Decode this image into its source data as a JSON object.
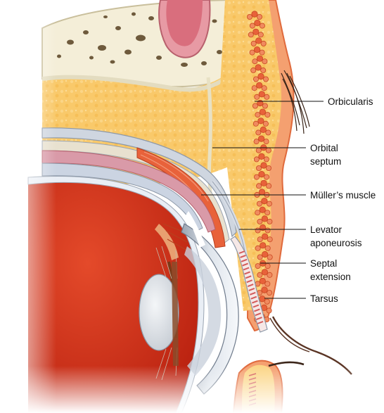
{
  "figure": {
    "labels": [
      {
        "id": "orbicularis",
        "lines": [
          "Orbicularis"
        ]
      },
      {
        "id": "orbital-septum",
        "lines": [
          "Orbital",
          "septum"
        ]
      },
      {
        "id": "muller-muscle",
        "lines": [
          "Müller’s muscle"
        ]
      },
      {
        "id": "levator-aponeurosis",
        "lines": [
          "Levator",
          "aponeurosis"
        ]
      },
      {
        "id": "septal-extension",
        "lines": [
          "Septal",
          "extension"
        ]
      },
      {
        "id": "tarsus",
        "lines": [
          "Tarsus"
        ]
      }
    ]
  },
  "colors": {
    "bone": "#f4eed8",
    "bone_pore": "#6e5a3c",
    "fat": "#f9c96a",
    "muscle": "#e8623a",
    "globe": "#d8341c",
    "sclera": "#e9eef5",
    "conjunctiva_pink": "#d99aa8",
    "skin": "#f4a070",
    "tarsus_fill": "#f3c2c0",
    "lens": "#dfe3e8"
  }
}
